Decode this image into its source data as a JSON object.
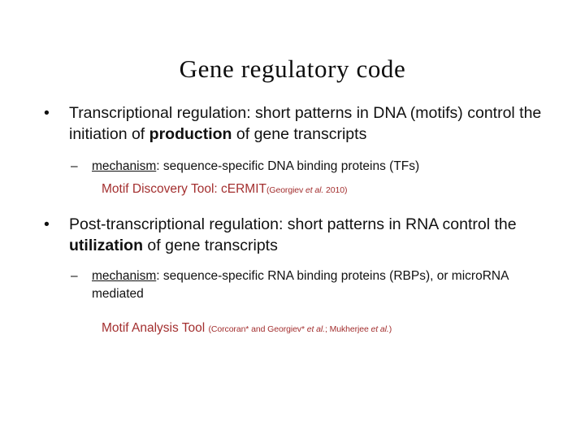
{
  "slide": {
    "title": "Gene regulatory code",
    "background_color": "#ffffff",
    "accent_color": "#a32f2f",
    "text_color": "#111111"
  },
  "bullets": [
    {
      "level": 1,
      "marker": "•",
      "segments": [
        {
          "text": "Transcriptional regulation: short patterns in DNA (motifs) control the initiation of ",
          "style": "normal"
        },
        {
          "text": "production",
          "style": "bold"
        },
        {
          "text": " of gene transcripts",
          "style": "normal"
        }
      ]
    },
    {
      "level": 2,
      "marker": "–",
      "segments": [
        {
          "text": "mechanism",
          "style": "underline"
        },
        {
          "text": ": sequence-specific DNA binding proteins (TFs)",
          "style": "normal"
        }
      ]
    },
    {
      "level": 1,
      "marker": "•",
      "segments": [
        {
          "text": "Post-transcriptional regulation: short patterns in RNA control the ",
          "style": "normal"
        },
        {
          "text": "utilization",
          "style": "bold"
        },
        {
          "text": " of gene transcripts",
          "style": "normal"
        }
      ]
    },
    {
      "level": 2,
      "marker": "–",
      "segments": [
        {
          "text": "mechanism",
          "style": "underline"
        },
        {
          "text": ": sequence-specific RNA binding proteins (RBPs), or microRNA mediated",
          "style": "normal"
        }
      ]
    }
  ],
  "tools": [
    {
      "name": "Motif Discovery Tool: cERMIT",
      "citation_open": "(Georgiev ",
      "citation_italic": "et al.",
      "citation_close": " 2010)",
      "color": "#a32f2f"
    },
    {
      "name": "Motif Analysis Tool",
      "citation_open": "(Corcoran* and Georgiev* ",
      "citation_italic": "et al.",
      "citation_close": "; Mukherjee ",
      "citation_italic2": "et al.",
      "citation_close2": ")",
      "color": "#a32f2f"
    }
  ],
  "text": {
    "b1_part1": "Transcriptional regulation: short patterns in DNA (motifs) control the initiation of ",
    "b1_bold": "production",
    "b1_part2": " of gene transcripts",
    "b1s_underline": "mechanism",
    "b1s_rest": ": sequence-specific DNA binding proteins (TFs)",
    "tool1_name": "Motif Discovery Tool: cERMIT",
    "tool1_cite_open": "(Georgiev ",
    "tool1_cite_ital": "et al.",
    "tool1_cite_close": " 2010)",
    "b2_part1": "Post-transcriptional regulation: short patterns in RNA control the ",
    "b2_bold": "utilization",
    "b2_part2": " of gene transcripts",
    "b2s_underline": "mechanism",
    "b2s_rest": ": sequence-specific RNA binding proteins (RBPs), or microRNA mediated",
    "tool2_name": "Motif Analysis Tool",
    "tool2_cite_open": "(Corcoran* and Georgiev* ",
    "tool2_cite_ital": "et al.",
    "tool2_cite_mid": "; Mukherjee ",
    "tool2_cite_ital2": "et al.",
    "tool2_cite_close": ")"
  },
  "markers": {
    "bullet": "•",
    "dash": "–"
  }
}
